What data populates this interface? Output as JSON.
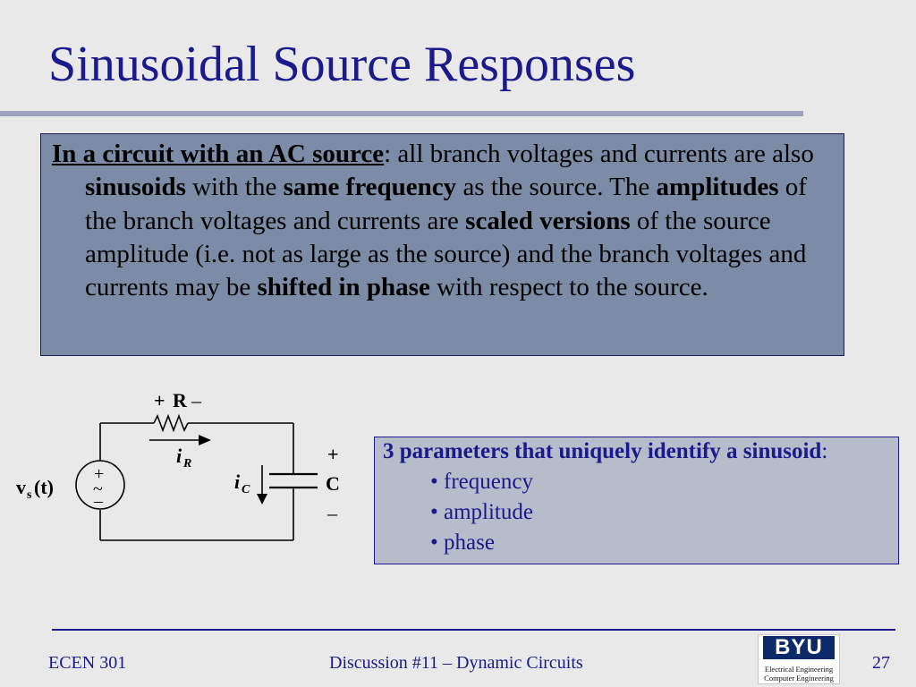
{
  "slide": {
    "title": "Sinusoidal Source Responses",
    "intro_lead": "In a circuit with an AC source",
    "intro": [
      {
        "t": ": all branch voltages and currents are also ",
        "b": false
      },
      {
        "t": "sinusoids",
        "b": true
      },
      {
        "t": " with the ",
        "b": false
      },
      {
        "t": "same frequency",
        "b": true
      },
      {
        "t": " as the source.  The ",
        "b": false
      },
      {
        "t": "amplitudes",
        "b": true
      },
      {
        "t": " of the branch voltages and currents are ",
        "b": false
      },
      {
        "t": "scaled versions",
        "b": true
      },
      {
        "t": " of the source amplitude (i.e. not as large as the source) and the branch voltages and currents may be ",
        "b": false
      },
      {
        "t": "shifted in phase",
        "b": true
      },
      {
        "t": " with respect to the source.",
        "b": false
      }
    ],
    "params_heading": "3 parameters that uniquely identify a sinusoid",
    "params_colon": ":",
    "params": [
      "• frequency",
      "• amplitude",
      "• phase"
    ]
  },
  "circuit": {
    "resistor_label": "R",
    "resistor_plus": "+",
    "resistor_minus": "–",
    "resistor_current": "i",
    "resistor_current_sub": "R",
    "capacitor_label": "C",
    "capacitor_plus": "+",
    "capacitor_minus": "–",
    "capacitor_current": "i",
    "capacitor_current_sub": "C",
    "source_label": "v",
    "source_label_sub": "s",
    "source_label_rest": "(t)",
    "source_plus": "+",
    "source_tilde": "~",
    "source_minus": "–"
  },
  "footer": {
    "course": "ECEN 301",
    "center": "Discussion #11 – Dynamic Circuits",
    "page": "27",
    "logo_text": "BYU",
    "logo_line1": "Electrical Engineering",
    "logo_line2": "Computer Engineering"
  },
  "colors": {
    "title": "#1a1a8c",
    "main_box": "#7d8ca6",
    "param_box": "#b6bdca",
    "background": "#e9e9e9"
  }
}
